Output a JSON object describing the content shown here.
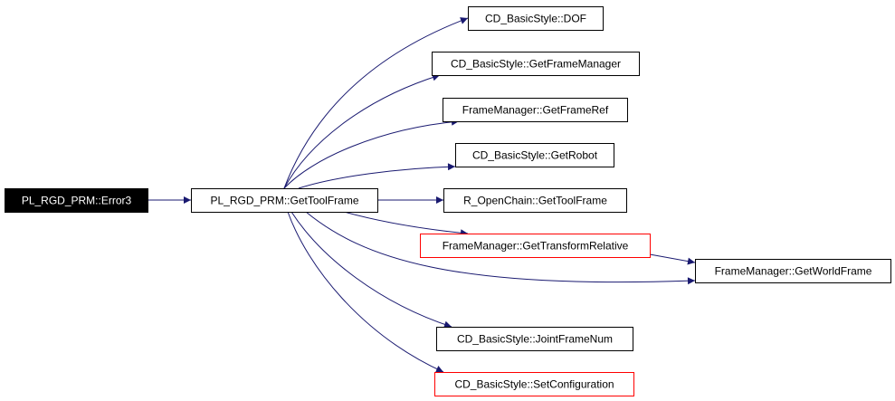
{
  "colors": {
    "edge": "#191970",
    "normal_border": "#000000",
    "incomplete_border": "#ff0000",
    "root_fill": "#000000",
    "root_text": "#ffffff",
    "node_fill": "#ffffff",
    "node_text": "#000000"
  },
  "nodes": [
    {
      "id": "error3",
      "label": "PL_RGD_PRM::Error3",
      "style": "root"
    },
    {
      "id": "gettoolframe",
      "label": "PL_RGD_PRM::GetToolFrame",
      "style": "normal"
    },
    {
      "id": "dof",
      "label": "CD_BasicStyle::DOF",
      "style": "normal"
    },
    {
      "id": "getframemanager",
      "label": "CD_BasicStyle::GetFrameManager",
      "style": "normal"
    },
    {
      "id": "getframeref",
      "label": "FrameManager::GetFrameRef",
      "style": "normal"
    },
    {
      "id": "getrobot",
      "label": "CD_BasicStyle::GetRobot",
      "style": "normal"
    },
    {
      "id": "oc_gettoolframe",
      "label": "R_OpenChain::GetToolFrame",
      "style": "normal"
    },
    {
      "id": "gettransformrelative",
      "label": "FrameManager::GetTransformRelative",
      "style": "incomplete"
    },
    {
      "id": "getworldframe",
      "label": "FrameManager::GetWorldFrame",
      "style": "normal"
    },
    {
      "id": "jointframenum",
      "label": "CD_BasicStyle::JointFrameNum",
      "style": "normal"
    },
    {
      "id": "setconfiguration",
      "label": "CD_BasicStyle::SetConfiguration",
      "style": "incomplete"
    }
  ],
  "edges": [
    {
      "from": "error3",
      "to": "gettoolframe"
    },
    {
      "from": "gettoolframe",
      "to": "dof"
    },
    {
      "from": "gettoolframe",
      "to": "getframemanager"
    },
    {
      "from": "gettoolframe",
      "to": "getframeref"
    },
    {
      "from": "gettoolframe",
      "to": "getrobot"
    },
    {
      "from": "gettoolframe",
      "to": "oc_gettoolframe"
    },
    {
      "from": "gettoolframe",
      "to": "gettransformrelative"
    },
    {
      "from": "gettoolframe",
      "to": "getworldframe"
    },
    {
      "from": "gettoolframe",
      "to": "jointframenum"
    },
    {
      "from": "gettoolframe",
      "to": "setconfiguration"
    },
    {
      "from": "gettransformrelative",
      "to": "getworldframe"
    }
  ]
}
